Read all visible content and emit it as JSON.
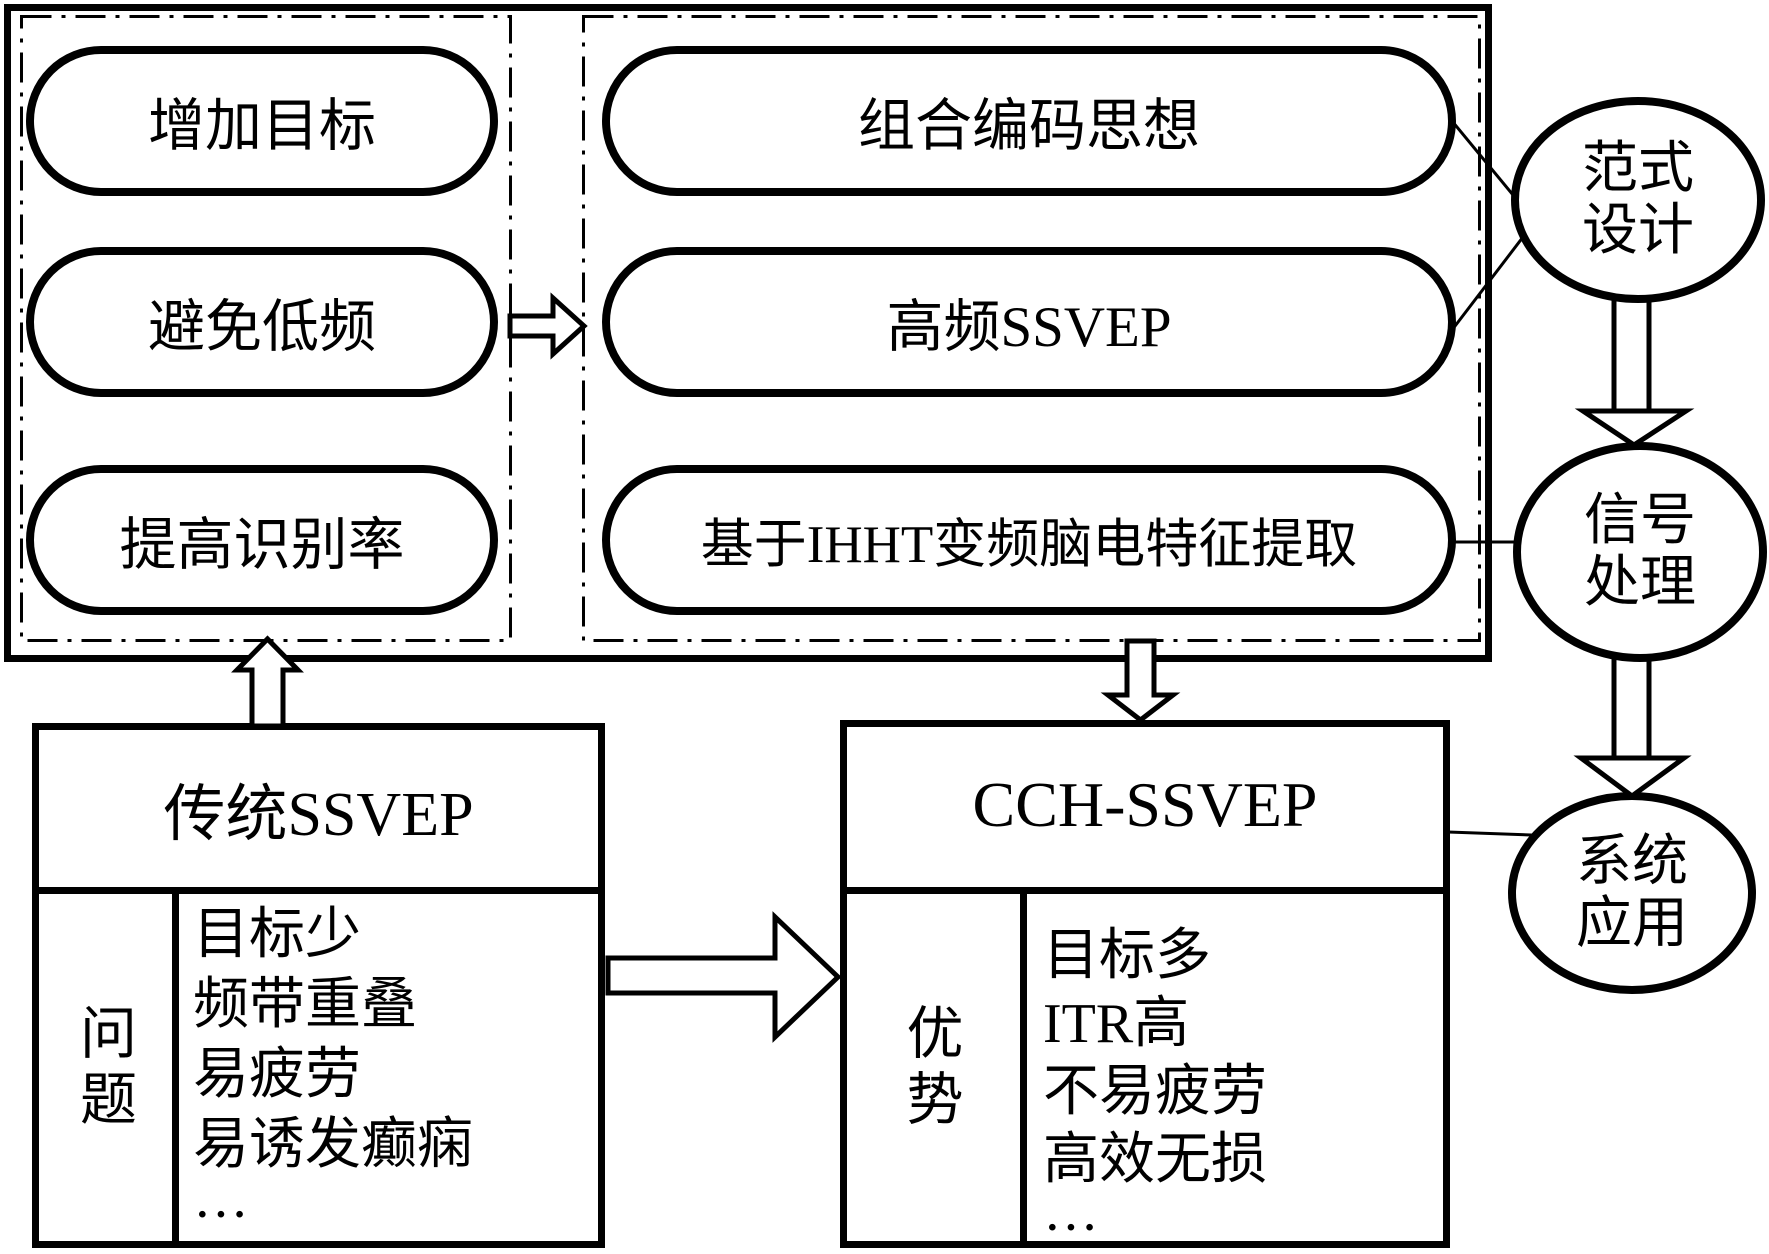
{
  "colors": {
    "line": "#000000",
    "background": "#ffffff"
  },
  "top_panel": {
    "left_goals": [
      "增加目标",
      "避免低频",
      "提高识别率"
    ],
    "right_methods": [
      "组合编码思想",
      "高频SSVEP",
      "基于IHHT变频脑电特征提取"
    ]
  },
  "stages": {
    "paradigm": {
      "line1": "范式",
      "line2": "设计"
    },
    "signal": {
      "line1": "信号",
      "line2": "处理"
    },
    "system": {
      "line1": "系统",
      "line2": "应用"
    }
  },
  "traditional": {
    "title": "传统SSVEP",
    "label": {
      "line1": "问",
      "line2": "题"
    },
    "items": [
      "目标少",
      "频带重叠",
      "易疲劳",
      "易诱发癫痫",
      "···"
    ]
  },
  "cch": {
    "title": "CCH-SSVEP",
    "label": {
      "line1": "优",
      "line2": "势"
    },
    "items": [
      "目标多",
      "ITR高",
      "不易疲劳",
      "高效无损",
      "···"
    ]
  }
}
